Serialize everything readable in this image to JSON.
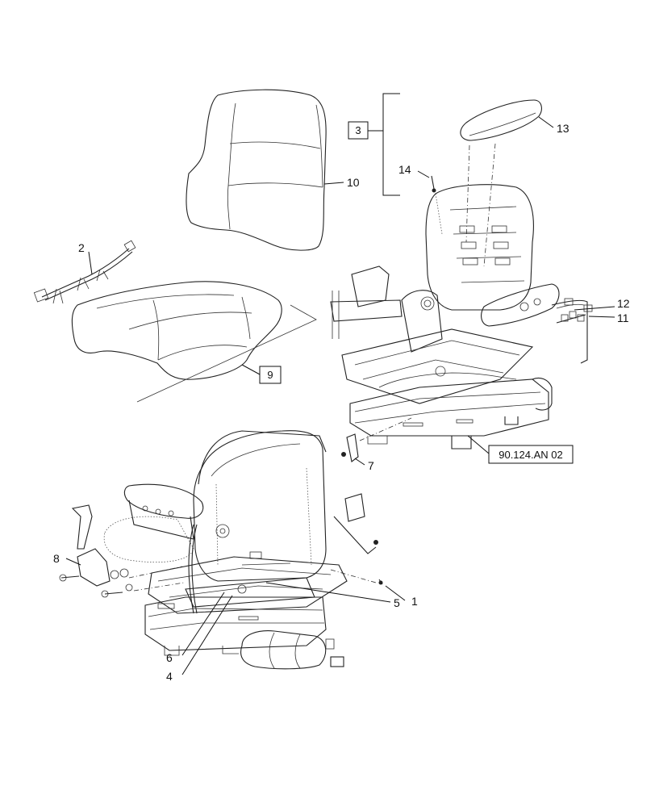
{
  "callouts": {
    "c1": "1",
    "c2": "2",
    "c4": "4",
    "c5": "5",
    "c6": "6",
    "c7": "7",
    "c8": "8",
    "c10": "10",
    "c11": "11",
    "c12": "12",
    "c13": "13",
    "c14": "14"
  },
  "boxed_callouts": {
    "b3": "3",
    "b9": "9",
    "ref": "90.124.AN 02"
  }
}
